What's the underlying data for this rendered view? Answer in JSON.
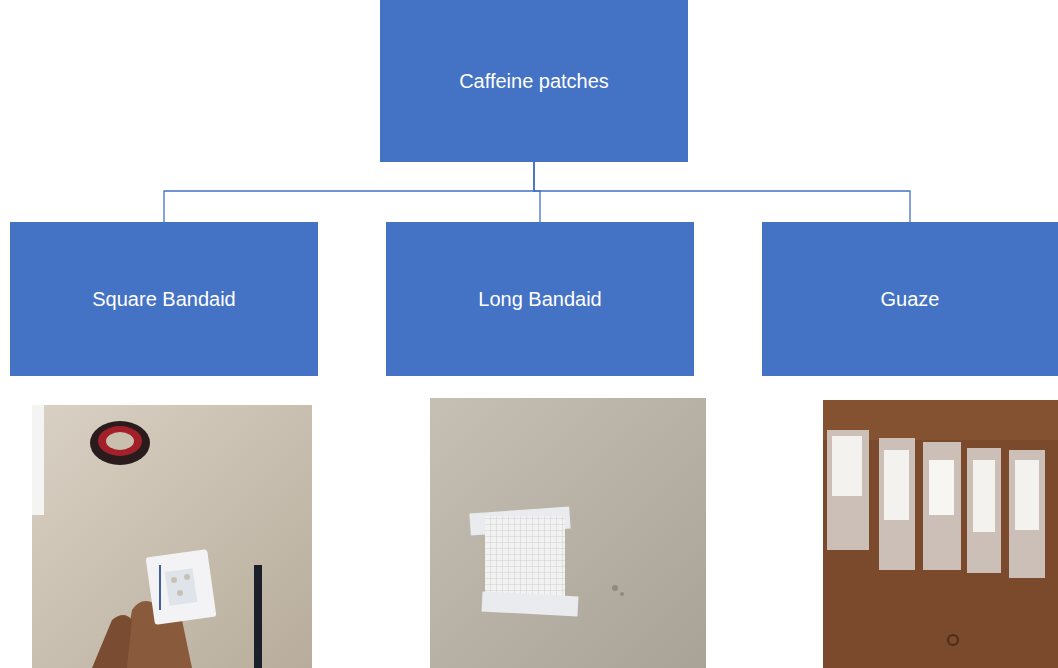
{
  "diagram": {
    "nodes": [
      {
        "text": [
          "Caffeine patches"
        ]
      },
      {
        "text": [
          "Square Bandaid"
        ]
      },
      {
        "text": [
          "Long Bandaid"
        ]
      },
      {
        "text": [
          "Guaze"
        ]
      }
    ],
    "edges": [
      {
        "from": 0,
        "to": 1,
        "arrow": "none"
      },
      {
        "from": 0,
        "to": 2,
        "arrow": "none"
      },
      {
        "from": 0,
        "to": 3,
        "arrow": "none"
      }
    ]
  }
}
